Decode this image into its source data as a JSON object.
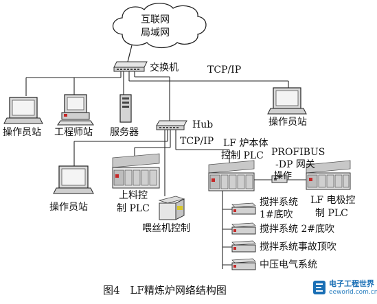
{
  "cloud": {
    "line1": "互联网",
    "line2": "局域网"
  },
  "switch_label": "交换机",
  "top_tcpip": "TCP/IP",
  "hub_label": "Hub",
  "mid_tcpip": "TCP/IP",
  "stations": {
    "op1": "操作员站",
    "eng": "工程师站",
    "server": "服务器",
    "op2": "操作员站",
    "op3": "操作员站"
  },
  "plc": {
    "feed_l1": "上料控",
    "feed_l2": "制 PLC",
    "wire": "喂丝机控制",
    "lf_body_l1": "LF 炉本体",
    "lf_body_l2": "控制 PLC",
    "profibus_l1": "PROFIBUS",
    "profibus_l2": "-DP 网关",
    "op_ops": "操作",
    "lf_elec_l1": "LF 电极控",
    "lf_elec_l2": "制 PLC"
  },
  "subsystems": {
    "stir1_l1": "搅拌系统",
    "stir1_l2": "1#底吹",
    "stir2": "搅拌系统 2#底吹",
    "stir_top": "搅拌系统事故顶吹",
    "mv": "中压电气系统"
  },
  "caption": "图4　LF精炼炉网络结构图",
  "watermark": {
    "cn": "电子工程世界",
    "en": "eeworld.com.cn"
  }
}
